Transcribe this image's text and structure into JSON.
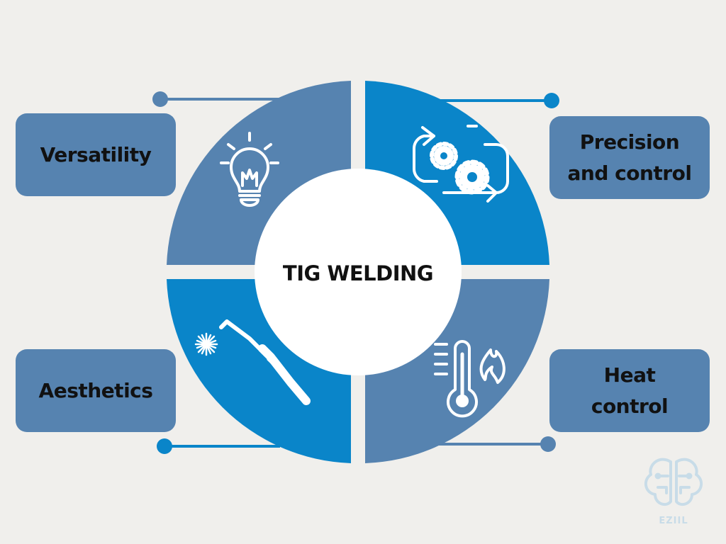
{
  "title": "TIG WELDING",
  "colors": {
    "background": "#f0efec",
    "steel_blue": "#5683b0",
    "bright_blue": "#0a85c9",
    "icon_white": "#ffffff",
    "text": "#111111",
    "logo": "#c8dce8"
  },
  "features": [
    {
      "label": "Versatility",
      "icon": "lightbulb-icon"
    },
    {
      "label_lines": [
        "Precision",
        "and control"
      ],
      "icon": "gears-cycle-icon"
    },
    {
      "label": "Aesthetics",
      "icon": "welding-torch-icon"
    },
    {
      "label_lines": [
        "Heat",
        "control"
      ],
      "icon": "thermometer-flame-icon"
    }
  ],
  "logo": {
    "text": "EZIIL",
    "icon": "brain-circuit-icon"
  }
}
